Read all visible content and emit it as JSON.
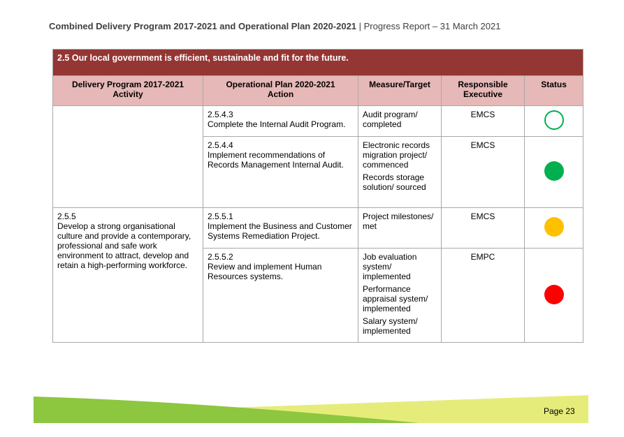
{
  "header": {
    "title_bold": "Combined Delivery Program 2017-2021 and Operational Plan 2020-2021",
    "separator": " | ",
    "title_rest": "Progress Report – 31 March 2021"
  },
  "section": {
    "title": "2.5 Our local government is efficient, sustainable and fit for the future."
  },
  "columns": {
    "activity_line1": "Delivery Program 2017-2021",
    "activity_line2": "Activity",
    "action_line1": "Operational Plan 2020-2021",
    "action_line2": "Action",
    "measure": "Measure/Target",
    "exec_line1": "Responsible",
    "exec_line2": "Executive",
    "status": "Status"
  },
  "rows": [
    {
      "action_code": "2.5.4.3",
      "action_text": "Complete the Internal Audit Program.",
      "measures": [
        "Audit program/ completed"
      ],
      "executive": "EMCS",
      "status": "not-started",
      "status_color": "#00b050"
    },
    {
      "action_code": "2.5.4.4",
      "action_text": "Implement recommendations of Records Management Internal Audit.",
      "measures": [
        "Electronic records migration project/ commenced",
        "Records storage solution/ sourced"
      ],
      "executive": "EMCS",
      "status": "on-track",
      "status_color": "#00b050"
    },
    {
      "activity_code": "2.5.5",
      "activity_text": "Develop a strong organisational culture and provide a contemporary, professional and safe work environment to attract, develop and retain a high-performing workforce.",
      "action_code": "2.5.5.1",
      "action_text": "Implement the Business and Customer Systems Remediation Project.",
      "measures": [
        "Project milestones/ met"
      ],
      "executive": "EMCS",
      "status": "at-risk",
      "status_color": "#ffc000"
    },
    {
      "action_code": "2.5.5.2",
      "action_text": "Review and implement Human Resources systems.",
      "measures": [
        "Job evaluation system/ implemented",
        "Performance appraisal system/ implemented",
        "Salary system/ implemented"
      ],
      "executive": "EMPC",
      "status": "off-track",
      "status_color": "#ff0000"
    }
  ],
  "footer": {
    "page": "Page 23",
    "band_dark": "#8dc63f",
    "band_light": "#e6ec7a"
  }
}
